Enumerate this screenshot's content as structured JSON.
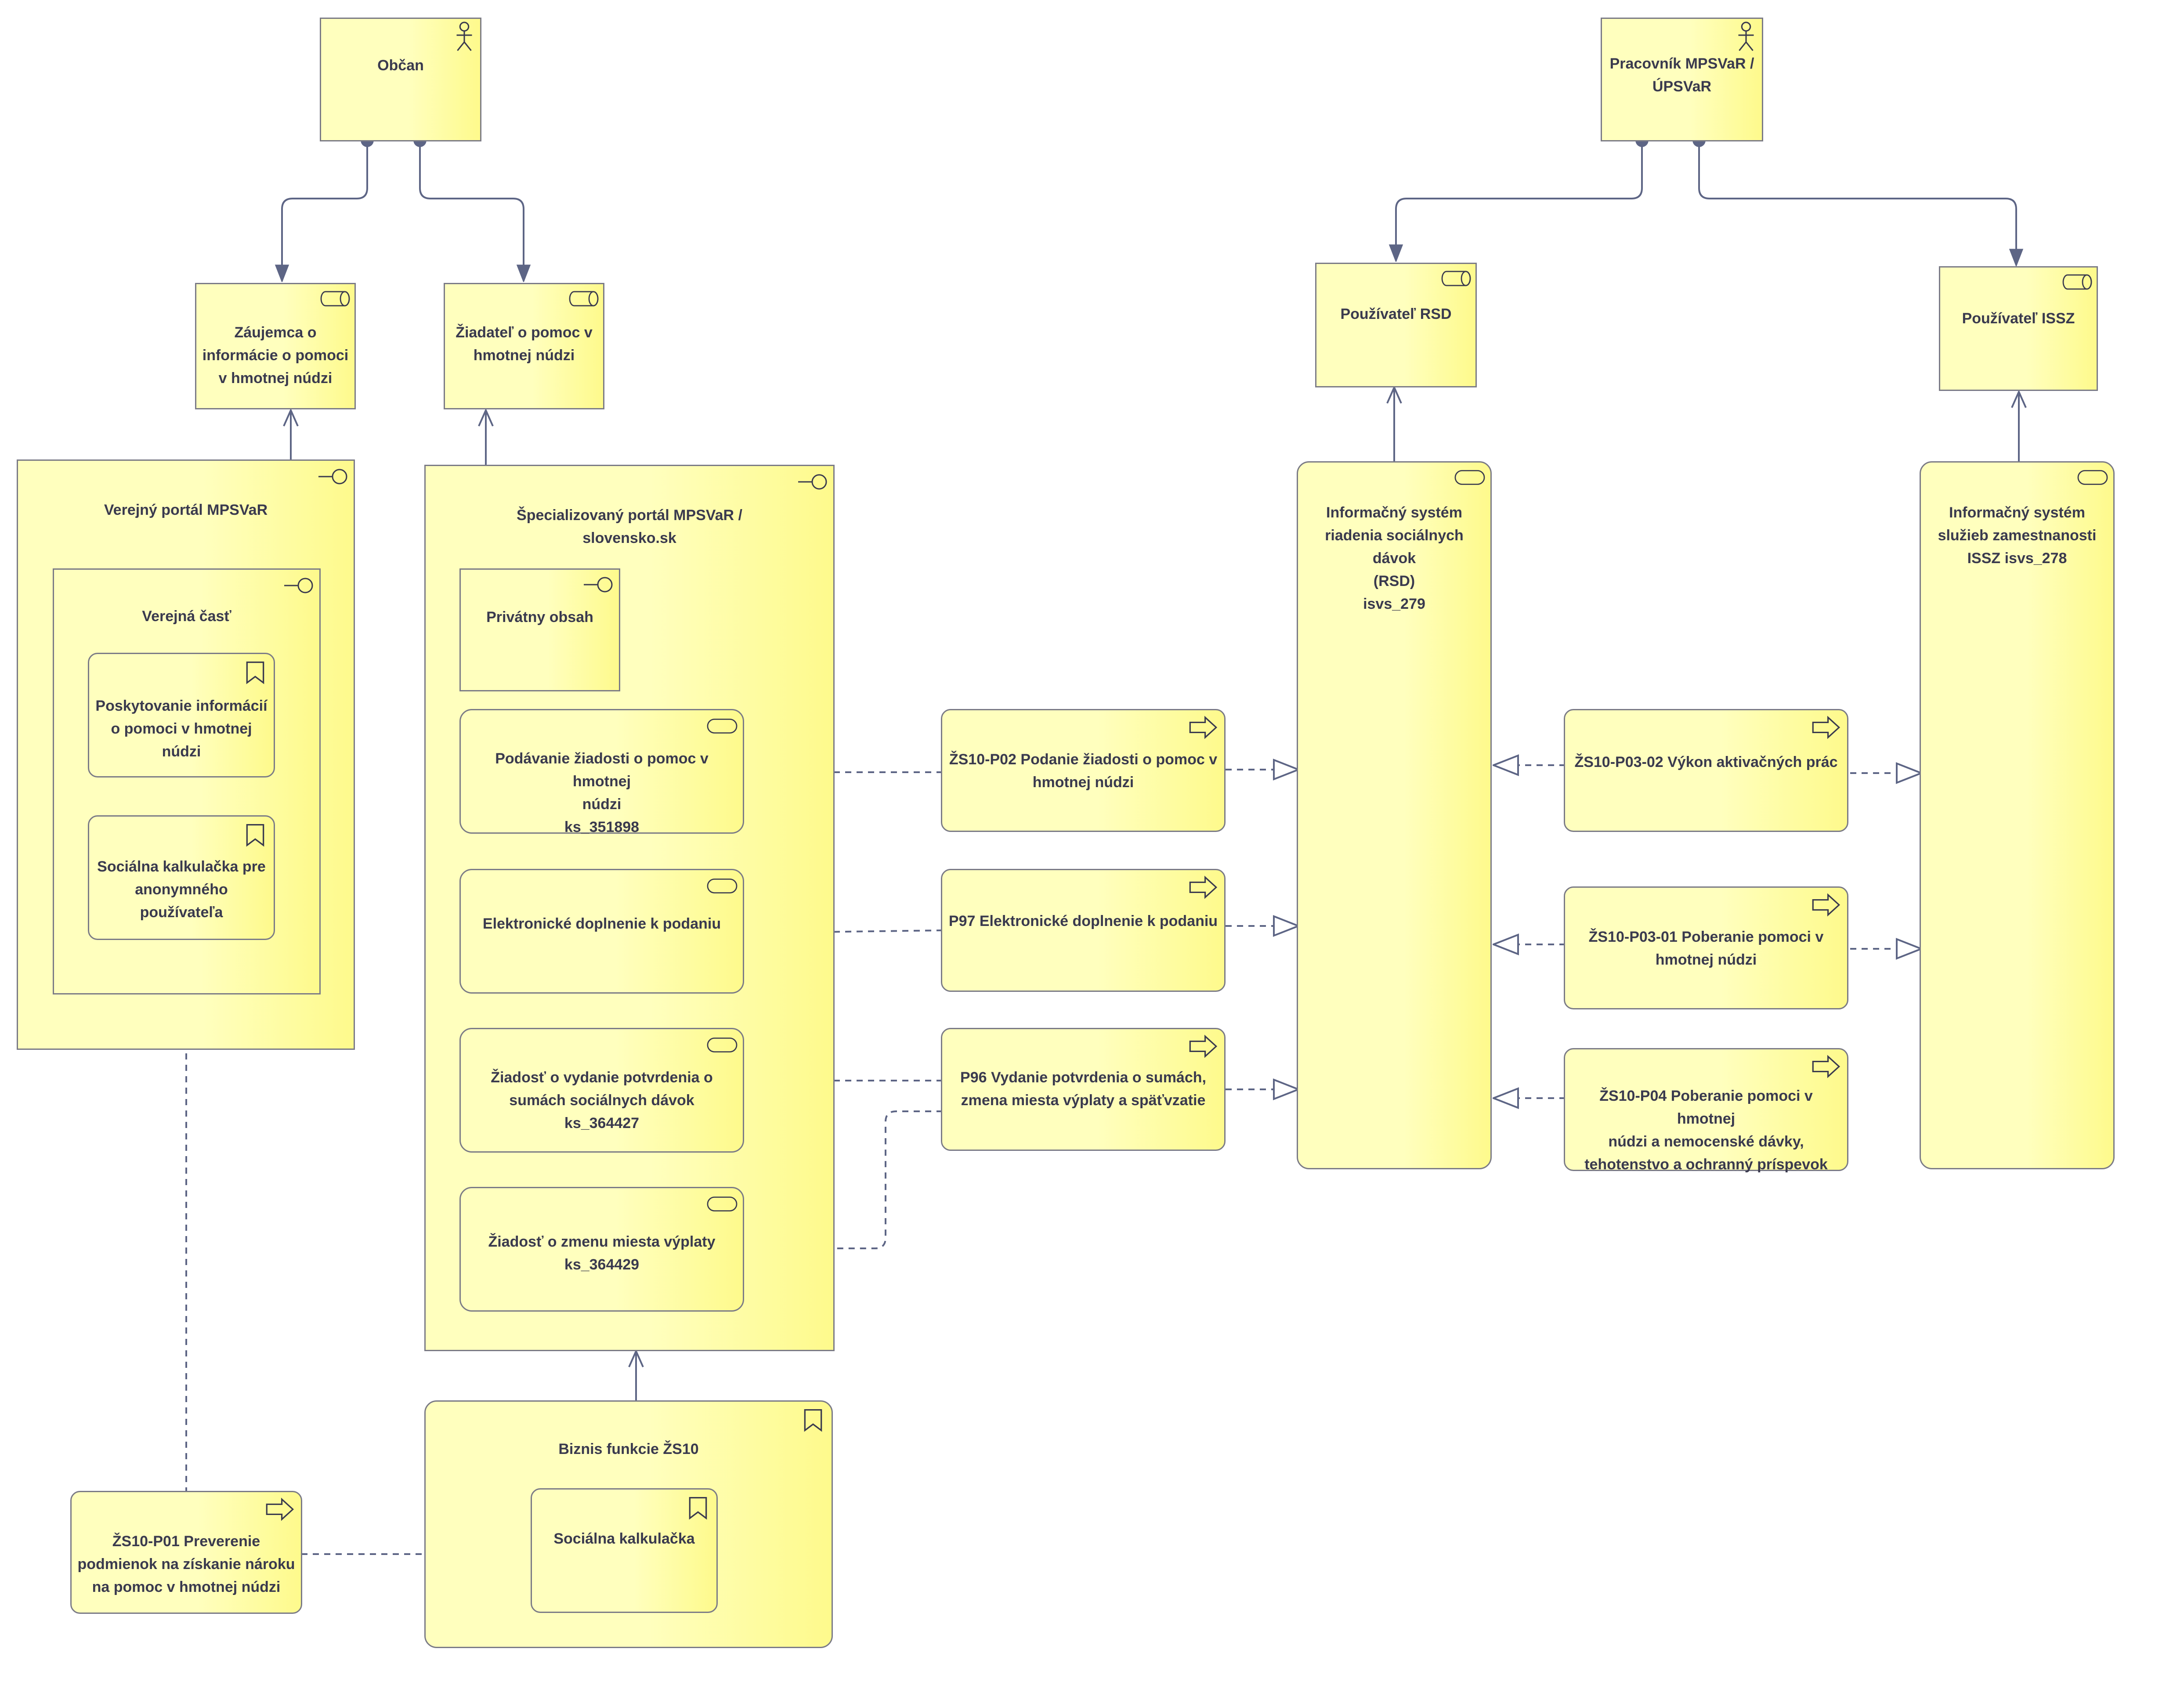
{
  "actors": {
    "obcan": "Občan",
    "pracovnik": "Pracovník MPSVaR /\nÚPSVaR"
  },
  "roles": {
    "zaujemca": "Záujemca o\ninformácie o pomoci\nv hmotnej núdzi",
    "ziadatel": "Žiadateľ o pomoc v\nhmotnej núdzi",
    "pouzivatel_rsd": "Používateľ RSD",
    "pouzivatel_issz": "Používateľ ISSZ"
  },
  "interfaces": {
    "verejny_portal": "Verejný portál MPSVaR",
    "verejna_cast": "Verejná časť",
    "spec_portal": "Špecializovaný portál MPSVaR /\nslovensko.sk",
    "privatny_obsah": "Privátny obsah"
  },
  "functions": {
    "poskytovanie": "Poskytovanie informácií\no pomoci v hmotnej\nnúdzi",
    "kalkulacka_anon": "Sociálna kalkulačka pre\nanonymného\npoužívateľa",
    "biznis": "Biznis funkcie ŽS10",
    "kalkulacka": "Sociálna kalkulačka"
  },
  "services": {
    "podavanie": "Podávanie žiadosti o pomoc v hmotnej\nnúdzi\nks_351898",
    "doplnenie": "Elektronické doplnenie k podaniu",
    "potvrdenie": "Žiadosť o vydanie potvrdenia o\nsumách sociálnych dávok\nks_364427",
    "zmena": "Žiadosť o zmenu miesta výplaty\nks_364429"
  },
  "processes": {
    "p02": "ŽS10-P02 Podanie žiadosti o pomoc v\nhmotnej núdzi",
    "p97": "P97 Elektronické doplnenie k podaniu",
    "p96": "P96 Vydanie potvrdenia o sumách,\nzmena miesta výplaty a späťvzatie",
    "p01": "ŽS10-P01 Preverenie\npodmienok na získanie nároku\nna pomoc v hmotnej núdzi",
    "p0302": "ŽS10-P03-02 Výkon aktivačných prác",
    "p0301": "ŽS10-P03-01 Poberanie pomoci v\nhmotnej núdzi",
    "p04": "ŽS10-P04 Poberanie pomoci v hmotnej\nnúdzi a nemocenské dávky,\ntehotenstvo a ochranný príspevok"
  },
  "systems": {
    "rsd": "Informačný systém\nriadenia sociálnych dávok\n(RSD)\nisvs_279",
    "issz": "Informačný systém\nslužieb zamestnanosti\nISSZ isvs_278"
  },
  "colors": {
    "fill_light": "#ffffbe",
    "fill_dark": "#fefa8c",
    "border": "#7b7b86",
    "line": "#5d6585",
    "text": "#3a3a4e"
  }
}
